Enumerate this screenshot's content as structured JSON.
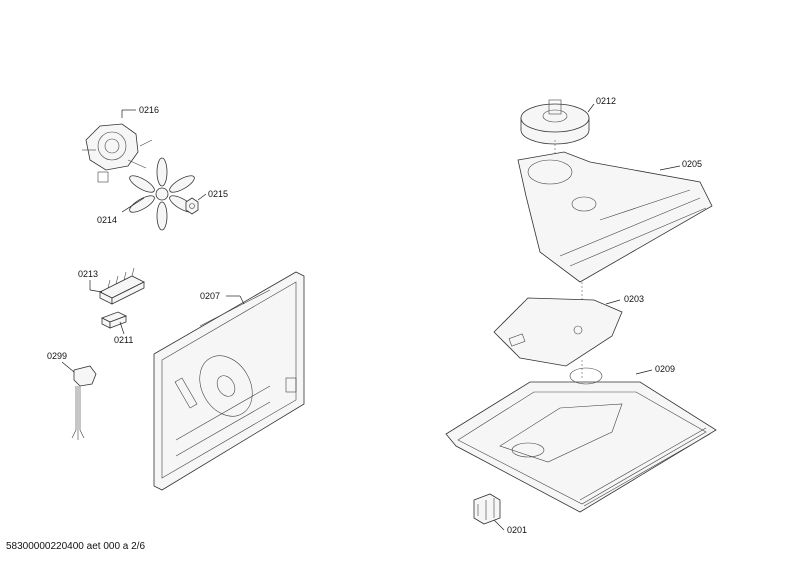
{
  "labels": {
    "p0216": "0216",
    "p0214": "0214",
    "p0215": "0215",
    "p0213": "0213",
    "p0211": "0211",
    "p0299": "0299",
    "p0207": "0207",
    "p0212": "0212",
    "p0205": "0205",
    "p0203": "0203",
    "p0209": "0209",
    "p0201": "0201"
  },
  "footer": "58300000220400 aet 000 a 2/6"
}
